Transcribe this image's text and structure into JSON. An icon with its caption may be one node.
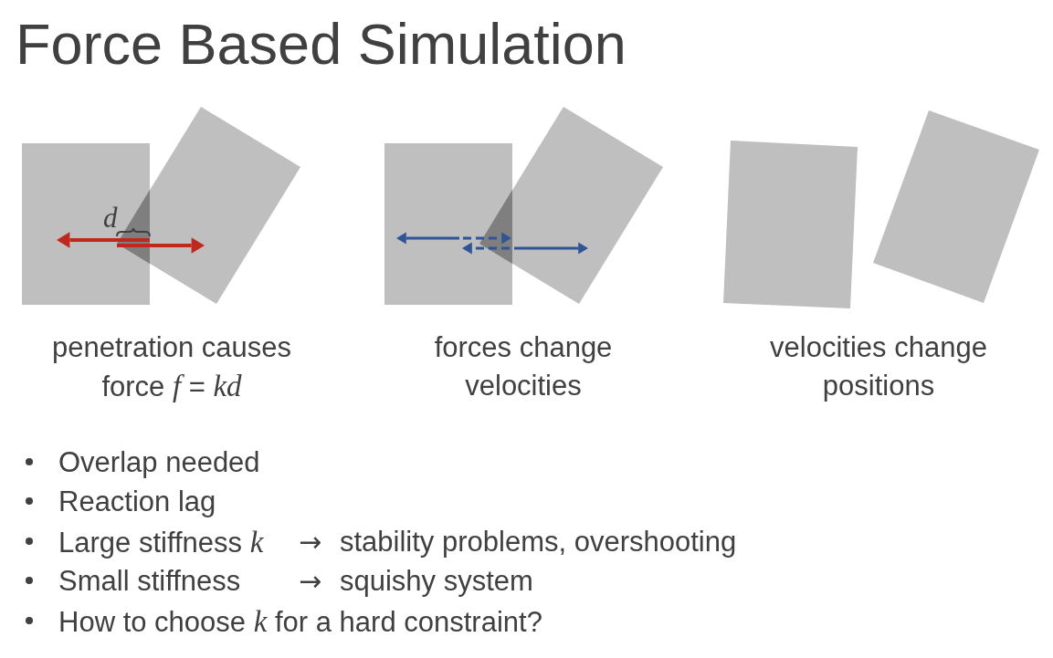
{
  "diagram": {
    "title": "Force Based Simulation",
    "labels": [
      "d",
      "penetration causes force *f* = *kd*",
      "forces change velocities",
      "velocities change positions",
      "Overlap needed",
      "Reaction lag",
      "Large stiffness *k*",
      "→",
      "stability problems, overshooting",
      "Small stiffness",
      "→",
      "squishy system",
      "How to choose *k* for a hard constraint?"
    ]
  }
}
